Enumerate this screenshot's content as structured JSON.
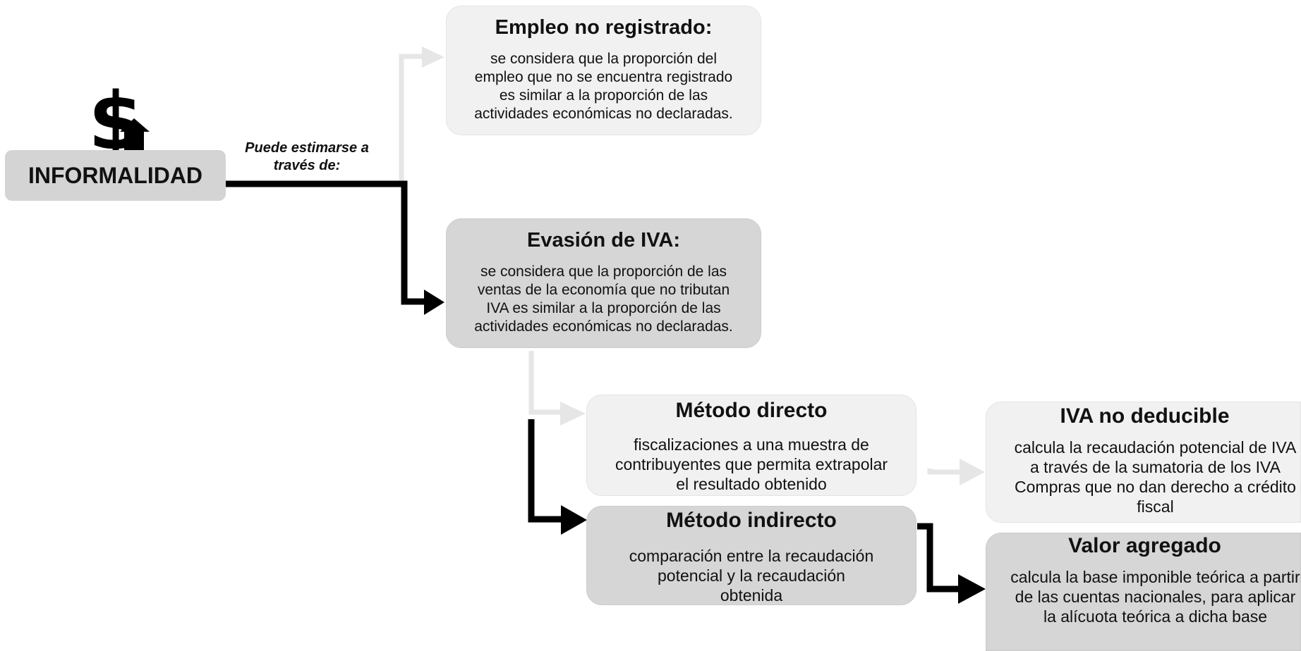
{
  "root": {
    "label": "INFORMALIDAD",
    "icon": "dollar-sign-icon"
  },
  "connector_label": "Puede estimarse a través de:",
  "nodes": {
    "empleo": {
      "title": "Empleo no registrado:",
      "body": "se considera que la proporción del empleo que no se encuentra registrado es similar a la proporción de las actividades económicas no declaradas."
    },
    "evasion": {
      "title": "Evasión de IVA:",
      "body": "se considera que la proporción de las ventas de la economía que no tributan IVA es similar a la proporción de las actividades económicas no declaradas."
    },
    "directo": {
      "title": "Método directo",
      "body": "fiscalizaciones a una muestra de contribuyentes que permita extrapolar el resultado obtenido"
    },
    "indirecto": {
      "title": "Método indirecto",
      "body": "comparación entre la recaudación potencial y la recaudación obtenida"
    },
    "iva_no_deducible": {
      "title": "IVA no deducible",
      "body": "calcula la recaudación potencial de IVA a través de la sumatoria de los IVA Compras que no dan derecho a crédito fiscal"
    },
    "valor_agregado": {
      "title": "Valor agregado",
      "body": "calcula la base imponible teórica a partir de las cuentas nacionales, para aplicar la alícuota teórica a dicha base"
    }
  },
  "colors": {
    "highlight_path": "#000000",
    "alternate_path": "#eeeeee",
    "box_light": "#f1f1f1",
    "box_dark": "#d6d6d6"
  }
}
